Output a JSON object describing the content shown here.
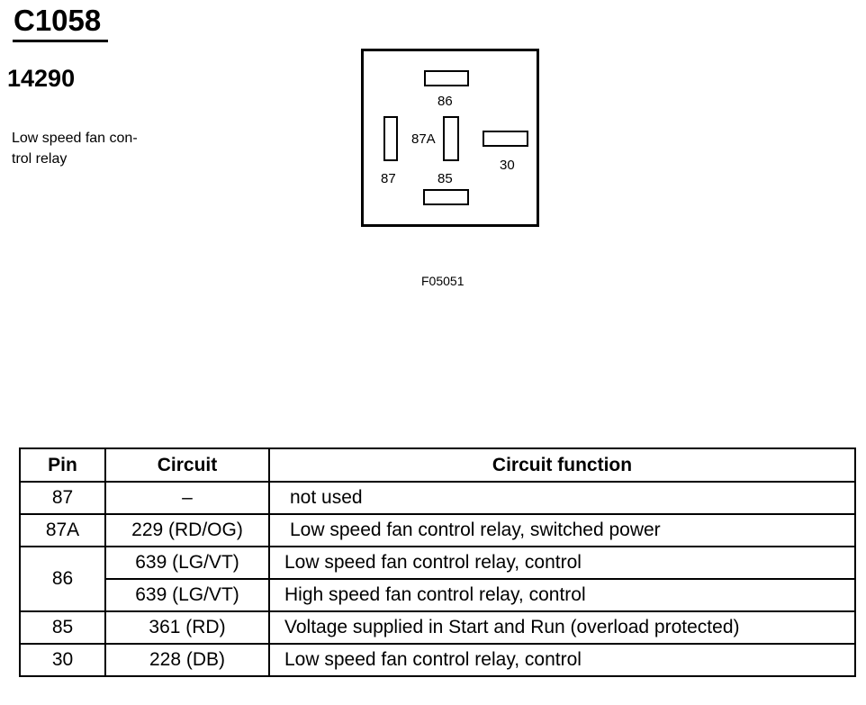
{
  "header": {
    "connector_id": "C1058",
    "part_number": "14290",
    "description_line1": "Low speed fan con-",
    "description_line2": "trol relay"
  },
  "diagram": {
    "pins": [
      {
        "id": "86",
        "label": "86"
      },
      {
        "id": "87",
        "label": "87"
      },
      {
        "id": "87A",
        "label": "87A"
      },
      {
        "id": "85",
        "label": "85"
      },
      {
        "id": "30",
        "label": "30"
      }
    ],
    "figure_code": "F05051"
  },
  "table": {
    "headers": [
      "Pin",
      "Circuit",
      "Circuit function"
    ],
    "rows": [
      {
        "pin": "87",
        "circuit": "–",
        "function": "not used"
      },
      {
        "pin": "87A",
        "circuit": "229 (RD/OG)",
        "function": "Low speed fan control relay, switched power"
      },
      {
        "pin": "86",
        "circuit": "639 (LG/VT)",
        "function": "Low speed fan control relay, control"
      },
      {
        "pin": "",
        "circuit": "639 (LG/VT)",
        "function": "High speed fan control relay, control"
      },
      {
        "pin": "85",
        "circuit": "361 (RD)",
        "function": "Voltage supplied in Start and Run (overload protected)"
      },
      {
        "pin": "30",
        "circuit": "228 (DB)",
        "function": "Low speed fan control relay, control"
      }
    ]
  }
}
